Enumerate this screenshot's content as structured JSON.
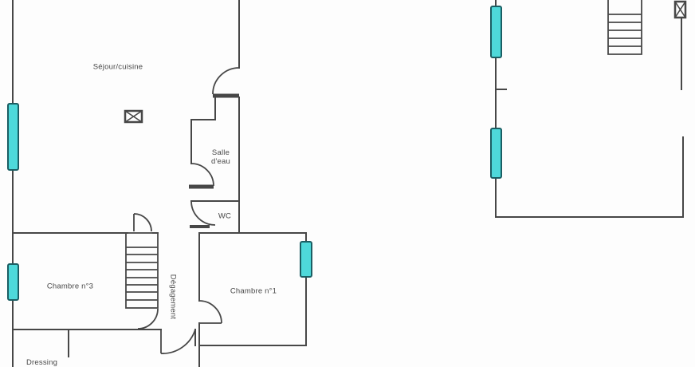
{
  "rooms": {
    "sejour": {
      "label": "Séjour/cuisine"
    },
    "salle_eau": {
      "line1": "Salle",
      "line2": "d'eau"
    },
    "wc": {
      "label": "WC"
    },
    "chambre3": {
      "label": "Chambre n°3"
    },
    "chambre1": {
      "label": "Chambre n°1"
    },
    "degagement": {
      "label": "Dégagement"
    },
    "dressing": {
      "label": "Dressing"
    }
  },
  "icons": {
    "duct_symbol": "crossed-box",
    "shaft_symbol": "crossed-bowtie"
  },
  "colors": {
    "wall": "#474747",
    "window_fill": "#4ed9da",
    "window_border": "#1b5e63",
    "label_text": "#474747",
    "background": "#fdfdfd"
  }
}
